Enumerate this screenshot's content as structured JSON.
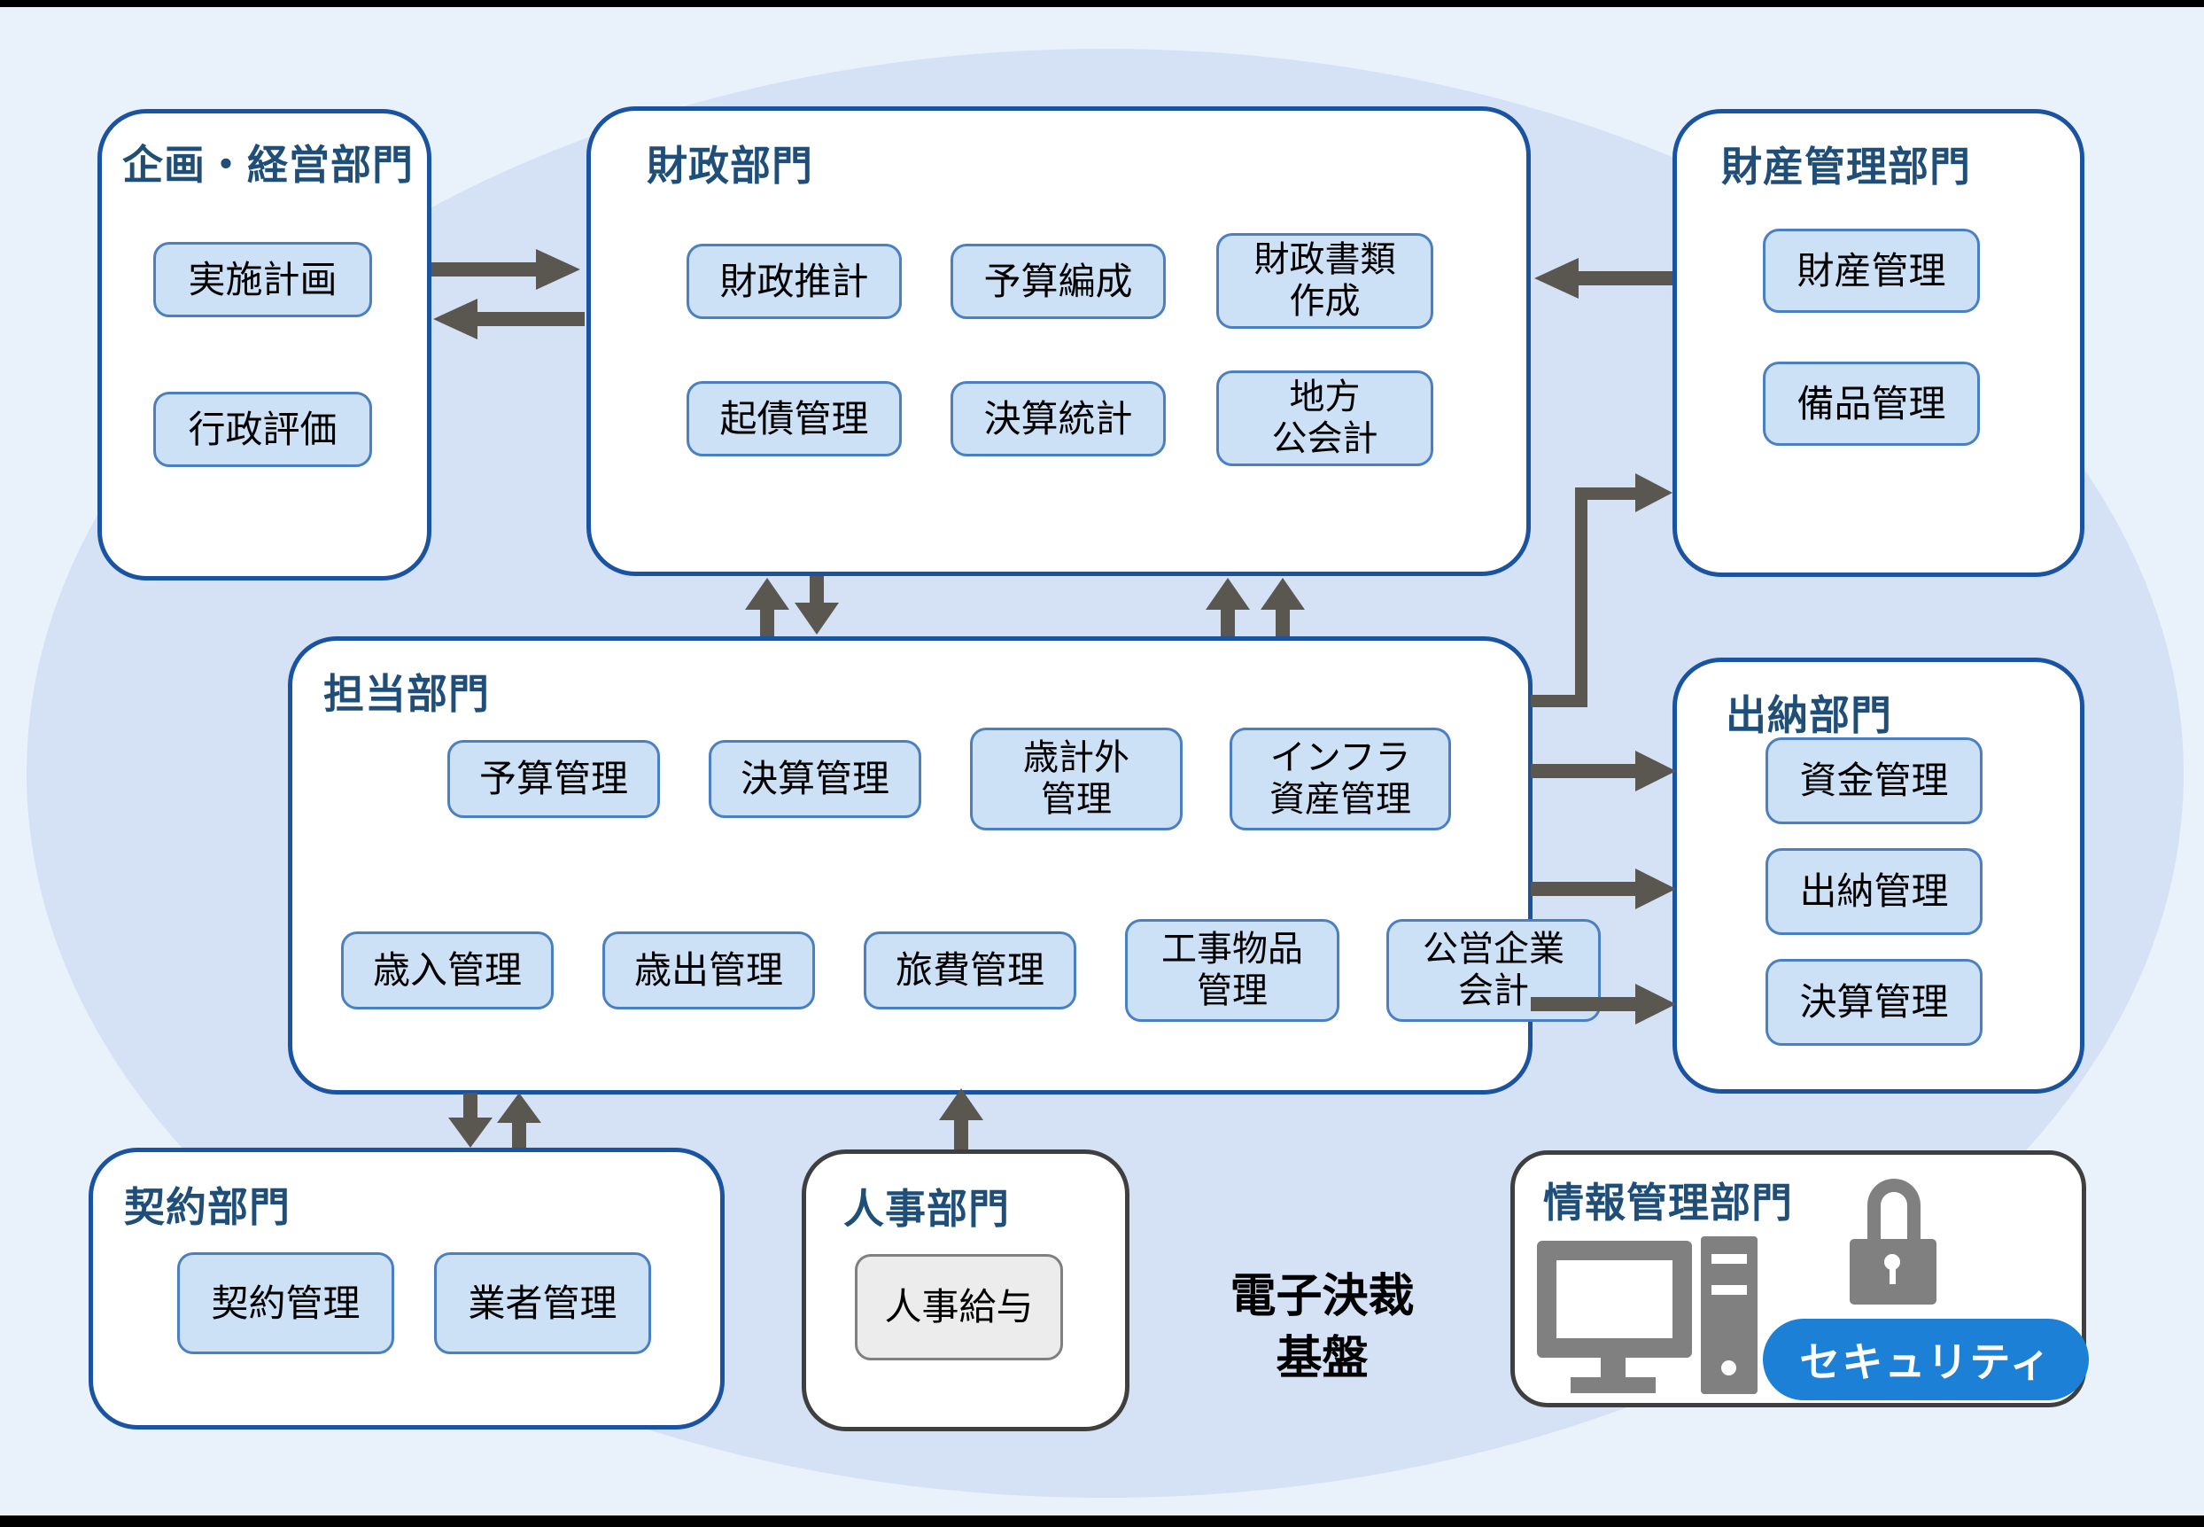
{
  "colors": {
    "background": "#e9f1fa",
    "ellipse": "#d5e2f5",
    "letterbox": "#000000",
    "department_border_blue": "#1a53a1",
    "department_border_gray": "#3f3f3f",
    "title_text": "#1f4e79",
    "item_fill": "#cce0f6",
    "item_border": "#4a7fc1",
    "item_fill_gray": "#ececec",
    "item_border_gray": "#808080",
    "arrow": "#595750",
    "icon_gray": "#808080",
    "badge_fill": "#1b80d6",
    "badge_text": "#ffffff"
  },
  "departments": {
    "planning": {
      "title": "企画・経営部門",
      "items": [
        {
          "label": "実施計画"
        },
        {
          "label": "行政評価"
        }
      ]
    },
    "finance": {
      "title": "財政部門",
      "items": [
        {
          "label": "財政推計"
        },
        {
          "label": "予算編成"
        },
        {
          "label": "財政書類\n作成"
        },
        {
          "label": "起債管理"
        },
        {
          "label": "決算統計"
        },
        {
          "label": "地方\n公会計"
        }
      ]
    },
    "property": {
      "title": "財産管理部門",
      "items": [
        {
          "label": "財産管理"
        },
        {
          "label": "備品管理"
        }
      ]
    },
    "charge": {
      "title": "担当部門",
      "items": [
        {
          "label": "予算管理"
        },
        {
          "label": "決算管理"
        },
        {
          "label": "歳計外\n管理"
        },
        {
          "label": "インフラ\n資産管理"
        },
        {
          "label": "歳入管理"
        },
        {
          "label": "歳出管理"
        },
        {
          "label": "旅費管理"
        },
        {
          "label": "工事物品\n管理"
        },
        {
          "label": "公営企業\n会計"
        }
      ]
    },
    "cashier": {
      "title": "出納部門",
      "items": [
        {
          "label": "資金管理"
        },
        {
          "label": "出納管理"
        },
        {
          "label": "決算管理"
        }
      ]
    },
    "contract": {
      "title": "契約部門",
      "items": [
        {
          "label": "契約管理"
        },
        {
          "label": "業者管理"
        }
      ]
    },
    "hr": {
      "title": "人事部門",
      "items": [
        {
          "label": "人事給与"
        }
      ]
    },
    "info": {
      "title": "情報管理部門",
      "badge": "セキュリティ",
      "icons": [
        "computer-icon",
        "lock-icon"
      ]
    }
  },
  "platform": {
    "label": "電子決裁\n基盤"
  }
}
